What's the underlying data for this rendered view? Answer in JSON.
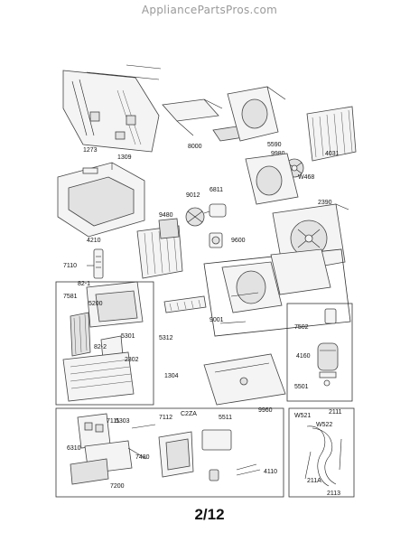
{
  "watermark": "AppliancePartsPros.com",
  "page_number": "2/12",
  "labels": {
    "p1273": "1273",
    "p1309": "1309",
    "p8000": "8000",
    "p5590": "5590",
    "p9980": "9980",
    "p4031": "4031",
    "pW468": "W468",
    "p2390": "2390",
    "p6811": "6811",
    "p9012": "9012",
    "p9480": "9480",
    "p4210": "4210",
    "p9600": "9600",
    "p7110": "7110",
    "p82_1": "82-1",
    "p7581": "7581",
    "p5200": "5200",
    "p82_2": "82-2",
    "p2302": "2302",
    "p5301": "5301",
    "p5312": "5312",
    "p9001": "9001",
    "p7502": "7502",
    "p4160": "4160",
    "p5501": "5501",
    "p1304": "1304",
    "p5303": "5303",
    "p9960": "9960",
    "p7111": "7111",
    "p7112": "7112",
    "pC2ZA": "C2ZA",
    "p5511": "5511",
    "p7480": "7480",
    "p6310": "6310",
    "p7200": "7200",
    "p4110": "4110",
    "pW521": "W521",
    "p2111": "2111",
    "pW522": "W522",
    "p211A": "211A",
    "p2113": "2113"
  }
}
